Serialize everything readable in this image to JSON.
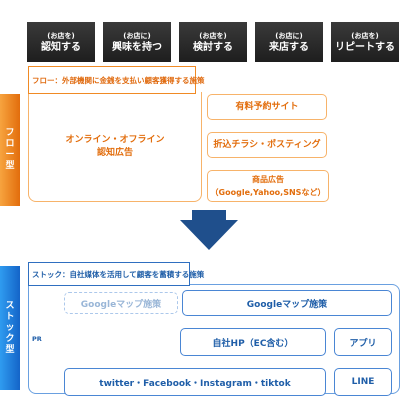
{
  "stages": [
    {
      "sub": "(お店を)",
      "main": "認知する"
    },
    {
      "sub": "(お店に)",
      "main": "興味を持つ"
    },
    {
      "sub": "(お店を)",
      "main": "検討する"
    },
    {
      "sub": "(お店に)",
      "main": "来店する"
    },
    {
      "sub": "(お店を)",
      "main": "リピートする"
    }
  ],
  "flow": {
    "side_label": [
      "フ",
      "ロ",
      "ー",
      "型"
    ],
    "header": "フロー：外部機関に金銭を支払い顧客獲得する施策",
    "main_box": [
      "オンライン・オフライン",
      "認知広告"
    ],
    "items": [
      "有料予約サイト",
      "折込チラシ・ポスティング",
      "商品広告（Google,Yahoo,SNSなど）"
    ]
  },
  "stock": {
    "side_label": [
      "ス",
      "ト",
      "ッ",
      "ク",
      "型"
    ],
    "header": "ストック：自社媒体を活用して顧客を蓄積する施策",
    "pr_label": "PR",
    "items": {
      "gmap_faded": "Googleマップ施策",
      "gmap": "Googleマップ施策",
      "hp": "自社HP（EC含む）",
      "app": "アプリ",
      "sns": "twitter・Facebook・Instagram・tiktok",
      "line": "LINE"
    }
  },
  "colors": {
    "flow": "#e26d0c",
    "stock": "#1f5ea8",
    "arrow": "#1f4f8c",
    "stage_bg": "#2a2a2a"
  }
}
